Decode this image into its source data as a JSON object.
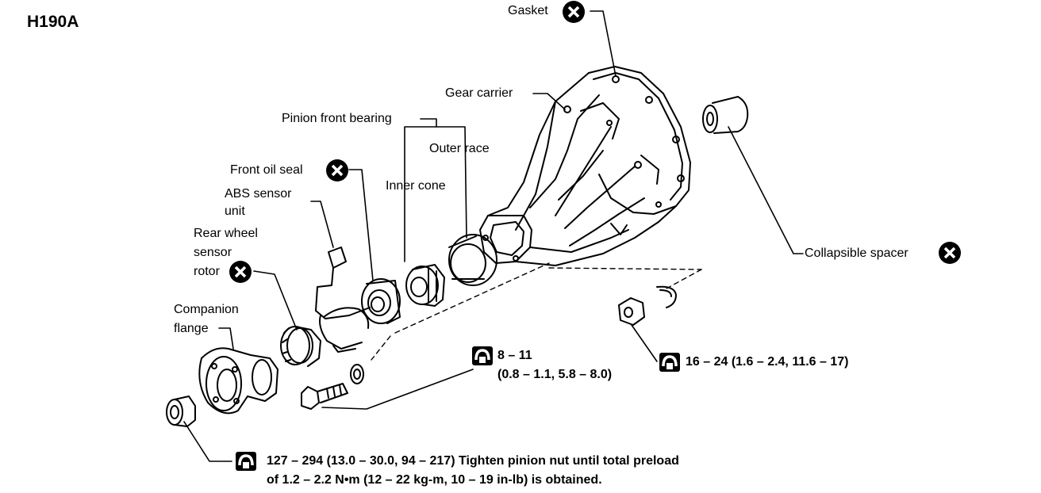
{
  "diagram": {
    "model": "H190A",
    "labels": {
      "gasket": "Gasket",
      "gear_carrier": "Gear carrier",
      "pinion_front_bearing": "Pinion front bearing",
      "outer_race": "Outer race",
      "inner_cone": "Inner cone",
      "front_oil_seal": "Front oil seal",
      "abs_sensor_unit_1": "ABS sensor",
      "abs_sensor_unit_2": "unit",
      "rear_wheel_sensor_rotor_1": "Rear wheel",
      "rear_wheel_sensor_rotor_2": "sensor",
      "rear_wheel_sensor_rotor_3": "rotor",
      "companion_flange_1": "Companion",
      "companion_flange_2": "flange",
      "collapsible_spacer": "Collapsible spacer"
    },
    "torque": {
      "sensor_bolt_1": "8 – 11",
      "sensor_bolt_2": "(0.8 – 1.1, 5.8 – 8.0)",
      "nut": "16 – 24 (1.6 – 2.4, 11.6 – 17)",
      "pinion_nut_1": "127 – 294 (13.0 – 30.0, 94 – 217) Tighten pinion nut until total preload",
      "pinion_nut_2": "of 1.2 – 2.2 N•m (12 – 22 kg-m, 10 – 19 in-lb) is obtained."
    },
    "icons": {
      "replace": "circle-x-icon",
      "torque": "torque-wrench-icon"
    }
  }
}
